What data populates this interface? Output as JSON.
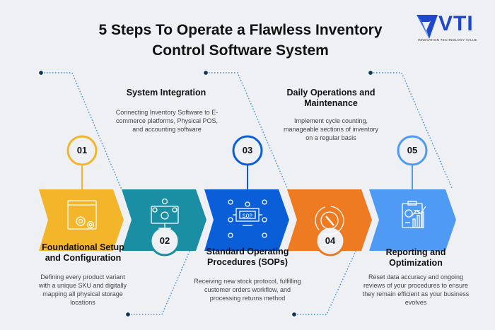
{
  "title": "5 Steps To Operate a Flawless Inventory Control Software System",
  "logo": {
    "text": "VTI",
    "tagline": "INNOVATION TECHNOLOGY VALUE"
  },
  "steps": [
    {
      "number": "01",
      "heading": "Foundational Setup and Configuration",
      "description": "Defining every product variant with a unique SKU and digitally mapping all physical storage locations",
      "color": "#f3b52a",
      "icon": "window-gears-icon"
    },
    {
      "number": "02",
      "heading": "System Integration",
      "description": "Connecting Inventory Software to E-commerce platforms, Physical POS, and accounting software",
      "color": "#1a8fa3",
      "icon": "monitor-gears-icon"
    },
    {
      "number": "03",
      "heading": "Standard Operating Procedures (SOPs)",
      "description": "Receiving new stock protocol, fulfilling customer orders workflow, and processing returns method",
      "color": "#0a5fd8",
      "icon": "sop-chip-icon",
      "icon_label": "SOP"
    },
    {
      "number": "04",
      "heading": "Daily Operations and Maintenance",
      "description": "Implement cycle counting, manageable sections of inventory on a regular basis",
      "color": "#ee7b22",
      "icon": "gear-wrench-cycle-icon"
    },
    {
      "number": "05",
      "heading": "Reporting and Optimization",
      "description": "Reset data accuracy and ongoing reviews of your procedures to ensure they remain efficient as your business evolves",
      "color": "#4f9af5",
      "icon": "report-chart-icon"
    }
  ]
}
